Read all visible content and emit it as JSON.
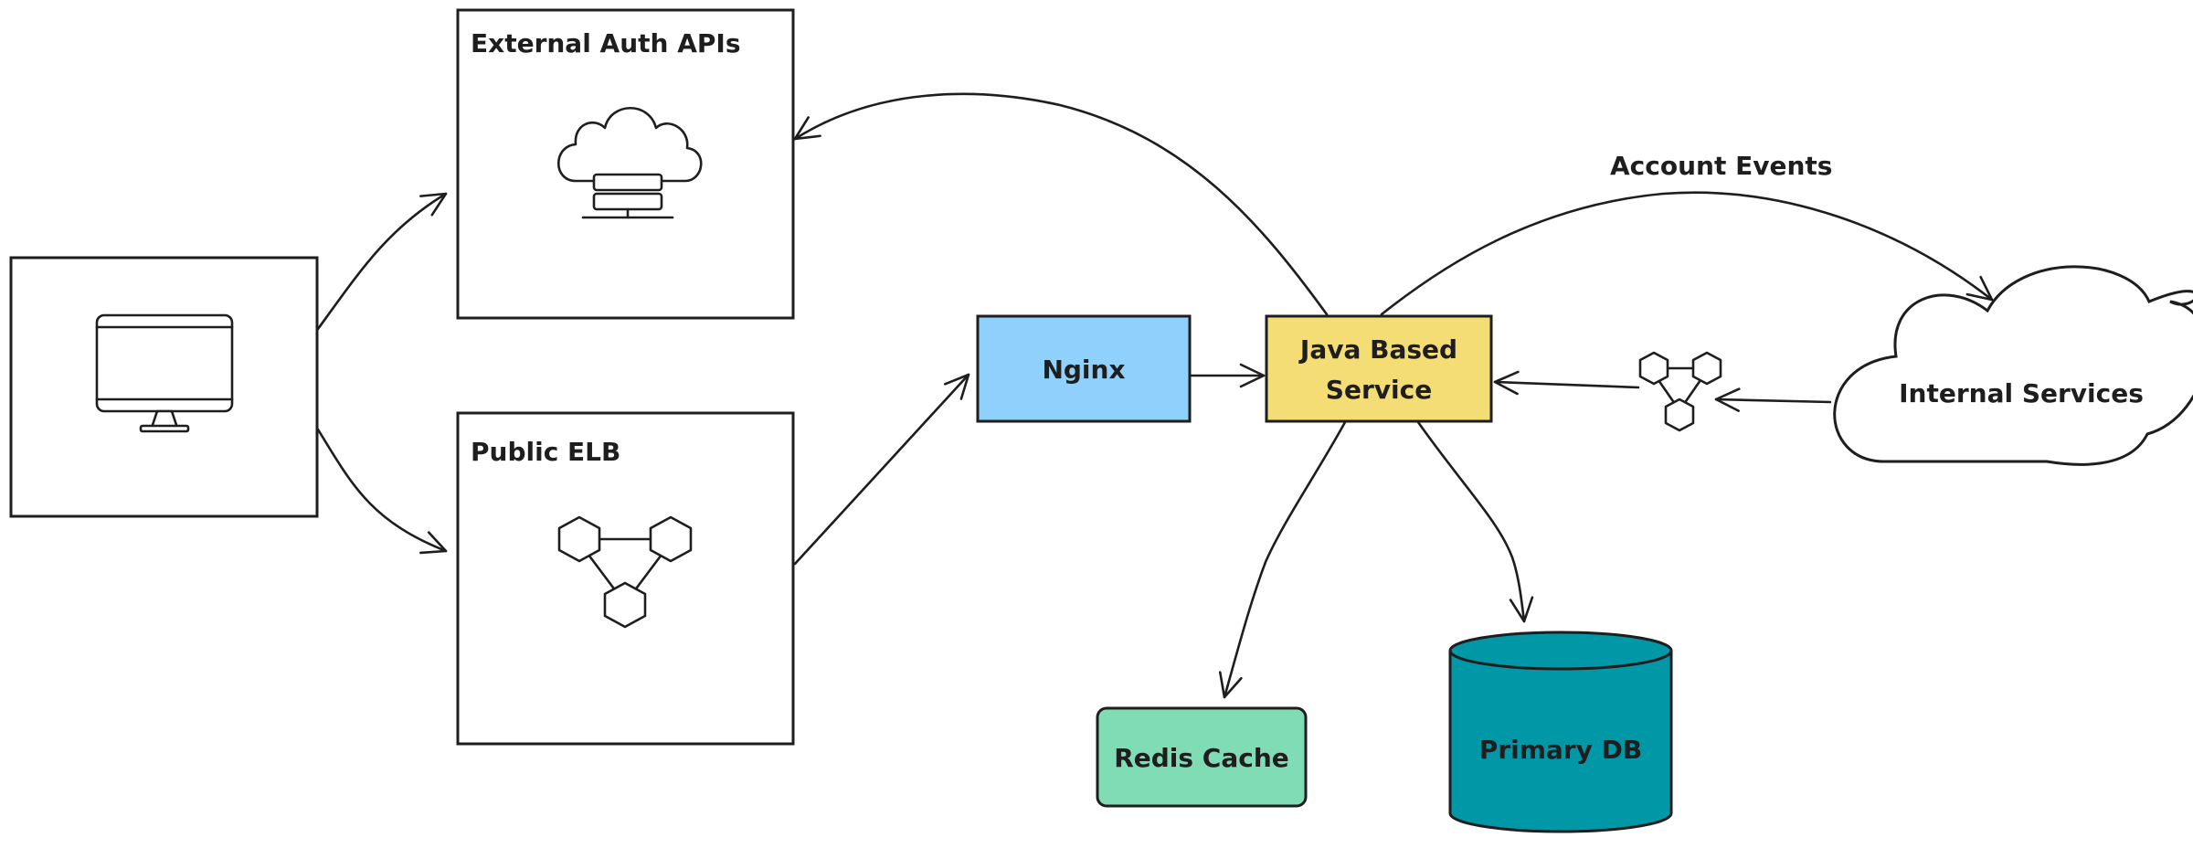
{
  "nodes": {
    "client": {
      "label": ""
    },
    "external_auth": {
      "label": "External Auth APIs"
    },
    "public_elb": {
      "label": "Public ELB"
    },
    "nginx": {
      "label": "Nginx",
      "fill": "#90d0fc"
    },
    "java_service": {
      "label_line1": "Java Based",
      "label_line2": "Service",
      "fill": "#f4dd75"
    },
    "redis": {
      "label": "Redis Cache",
      "fill": "#80dcb4"
    },
    "primary_db": {
      "label": "Primary DB",
      "fill": "#0097a7"
    },
    "internal_services": {
      "label": "Internal Services"
    }
  },
  "edges": {
    "account_events": {
      "label": "Account Events"
    }
  },
  "icons": {
    "client": "desktop-monitor-icon",
    "external_auth": "cloud-server-icon",
    "public_elb": "load-balancer-hexagon-icon",
    "queue": "hexagon-cluster-icon"
  },
  "colors": {
    "stroke": "#1e1e1e",
    "nginx": "#90d0fc",
    "java_service": "#f4dd75",
    "redis": "#80dcb4",
    "primary_db": "#0097a7"
  }
}
